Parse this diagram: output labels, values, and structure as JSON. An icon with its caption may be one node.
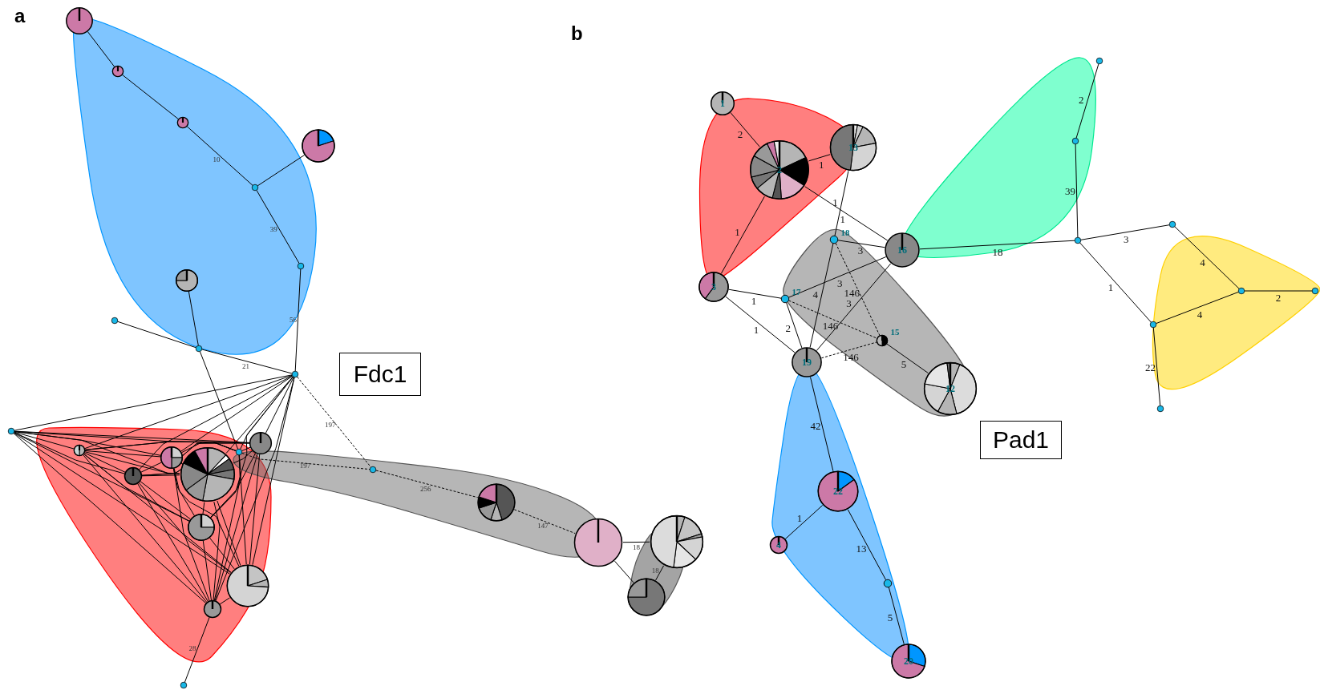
{
  "diagram": {
    "nodes": [
      {
        "text": [],
        "shape": "circle"
      },
      {
        "text": [],
        "shape": "circle"
      },
      {
        "text": [],
        "shape": "circle"
      },
      {
        "text": [],
        "shape": "circle"
      },
      {
        "text": [],
        "shape": "circle"
      },
      {
        "text": [],
        "shape": "circle"
      },
      {
        "text": [],
        "shape": "circle"
      },
      {
        "text": [],
        "shape": "circle"
      },
      {
        "text": [],
        "shape": "circle"
      },
      {
        "text": [],
        "shape": "circle"
      },
      {
        "text": [],
        "shape": "circle"
      },
      {
        "text": [],
        "shape": "circle"
      },
      {
        "text": [],
        "shape": "circle"
      },
      {
        "text": [],
        "shape": "circle"
      },
      {
        "text": [],
        "shape": "circle"
      },
      {
        "text": [],
        "shape": "circle"
      },
      {
        "text": [],
        "shape": "circle"
      },
      {
        "text": [],
        "shape": "circle"
      },
      {
        "text": [],
        "shape": "circle"
      },
      {
        "text": [],
        "shape": "circle"
      },
      {
        "text": [],
        "shape": "circle"
      },
      {
        "text": [],
        "shape": "circle"
      },
      {
        "text": [],
        "shape": "circle"
      },
      {
        "text": [],
        "shape": "circle"
      },
      {
        "text": [],
        "shape": "circle"
      },
      {
        "text": [],
        "shape": "circle"
      },
      {
        "text": [
          "1"
        ]
      },
      {
        "text": [
          "2"
        ]
      },
      {
        "text": [
          "13"
        ]
      },
      {
        "text": [
          "3"
        ]
      },
      {
        "text": [
          "18"
        ]
      },
      {
        "text": [
          "16"
        ]
      },
      {
        "text": [
          "17"
        ]
      },
      {
        "text": [
          "15"
        ]
      },
      {
        "text": [
          "19"
        ]
      },
      {
        "text": [
          "12"
        ]
      },
      {
        "text": [
          "22"
        ]
      },
      {
        "text": [
          "4"
        ]
      },
      {
        "text": [],
        "shape": "circle"
      },
      {
        "text": [
          "20"
        ]
      },
      {
        "text": [],
        "shape": "circle"
      },
      {
        "text": [],
        "shape": "circle"
      },
      {
        "text": [],
        "shape": "circle"
      },
      {
        "text": [],
        "shape": "circle"
      },
      {
        "text": [],
        "shape": "circle"
      },
      {
        "text": [],
        "shape": "circle"
      },
      {
        "text": [],
        "shape": "circle"
      },
      {
        "text": [],
        "shape": "circle"
      },
      {
        "text": [
          "Fdc1"
        ]
      },
      {
        "text": [
          "Pad1"
        ]
      }
    ],
    "edges": [
      {
        "from": 0,
        "to": 1,
        "arrow": "none"
      },
      {
        "from": 1,
        "to": 2,
        "arrow": "none"
      },
      {
        "from": 2,
        "to": 4,
        "arrow": "none",
        "label": "10"
      },
      {
        "from": 3,
        "to": 4,
        "arrow": "none"
      },
      {
        "from": 4,
        "to": 5,
        "arrow": "none",
        "label": "39"
      },
      {
        "from": 5,
        "to": 9,
        "arrow": "none",
        "label": "56"
      },
      {
        "from": 7,
        "to": 8,
        "arrow": "none"
      },
      {
        "from": 8,
        "to": 9,
        "arrow": "none",
        "label": "21"
      },
      {
        "from": 6,
        "to": 8,
        "arrow": "none"
      },
      {
        "from": 8,
        "to": 15,
        "arrow": "none"
      },
      {
        "from": 9,
        "to": 21,
        "arrow": "none",
        "style": "dashed",
        "label": "197"
      },
      {
        "from": 15,
        "to": 21,
        "arrow": "none",
        "style": "dashed",
        "label": "197"
      },
      {
        "from": 21,
        "to": 22,
        "arrow": "none",
        "style": "dashed",
        "label": "256"
      },
      {
        "from": 22,
        "to": 23,
        "arrow": "none",
        "style": "dashed",
        "label": "147"
      },
      {
        "from": 23,
        "to": 24,
        "arrow": "none",
        "label": "18"
      },
      {
        "from": 23,
        "to": 25,
        "arrow": "none"
      },
      {
        "from": 24,
        "to": 25,
        "arrow": "none",
        "label": "18"
      },
      {
        "from": 19,
        "to": 20,
        "arrow": "none",
        "label": "28"
      },
      {
        "from": 9,
        "to": 10,
        "arrow": "none"
      },
      {
        "from": 9,
        "to": 11,
        "arrow": "none"
      },
      {
        "from": 9,
        "to": 12,
        "arrow": "none"
      },
      {
        "from": 9,
        "to": 13,
        "arrow": "none"
      },
      {
        "from": 9,
        "to": 14,
        "arrow": "none"
      },
      {
        "from": 9,
        "to": 15,
        "arrow": "none"
      },
      {
        "from": 9,
        "to": 16,
        "arrow": "none"
      },
      {
        "from": 9,
        "to": 17,
        "arrow": "none"
      },
      {
        "from": 9,
        "to": 18,
        "arrow": "none"
      },
      {
        "from": 9,
        "to": 19,
        "arrow": "none"
      },
      {
        "from": 10,
        "to": 11,
        "arrow": "none"
      },
      {
        "from": 10,
        "to": 12,
        "arrow": "none"
      },
      {
        "from": 10,
        "to": 13,
        "arrow": "none"
      },
      {
        "from": 10,
        "to": 14,
        "arrow": "none"
      },
      {
        "from": 10,
        "to": 15,
        "arrow": "none"
      },
      {
        "from": 10,
        "to": 16,
        "arrow": "none"
      },
      {
        "from": 10,
        "to": 17,
        "arrow": "none"
      },
      {
        "from": 10,
        "to": 18,
        "arrow": "none"
      },
      {
        "from": 10,
        "to": 19,
        "arrow": "none"
      },
      {
        "from": 11,
        "to": 12,
        "arrow": "none"
      },
      {
        "from": 11,
        "to": 13,
        "arrow": "none"
      },
      {
        "from": 11,
        "to": 14,
        "arrow": "none"
      },
      {
        "from": 11,
        "to": 15,
        "arrow": "none"
      },
      {
        "from": 11,
        "to": 16,
        "arrow": "none"
      },
      {
        "from": 11,
        "to": 17,
        "arrow": "none"
      },
      {
        "from": 11,
        "to": 18,
        "arrow": "none"
      },
      {
        "from": 11,
        "to": 19,
        "arrow": "none"
      },
      {
        "from": 12,
        "to": 13,
        "arrow": "none"
      },
      {
        "from": 12,
        "to": 14,
        "arrow": "none"
      },
      {
        "from": 12,
        "to": 15,
        "arrow": "none"
      },
      {
        "from": 12,
        "to": 16,
        "arrow": "none"
      },
      {
        "from": 12,
        "to": 17,
        "arrow": "none"
      },
      {
        "from": 12,
        "to": 18,
        "arrow": "none"
      },
      {
        "from": 12,
        "to": 19,
        "arrow": "none"
      },
      {
        "from": 13,
        "to": 16,
        "arrow": "none"
      },
      {
        "from": 13,
        "to": 17,
        "arrow": "none"
      },
      {
        "from": 13,
        "to": 18,
        "arrow": "none"
      },
      {
        "from": 13,
        "to": 19,
        "arrow": "none"
      },
      {
        "from": 14,
        "to": 16,
        "arrow": "none"
      },
      {
        "from": 14,
        "to": 17,
        "arrow": "none"
      },
      {
        "from": 14,
        "to": 18,
        "arrow": "none"
      },
      {
        "from": 14,
        "to": 19,
        "arrow": "none"
      },
      {
        "from": 15,
        "to": 16,
        "arrow": "none"
      },
      {
        "from": 15,
        "to": 17,
        "arrow": "none"
      },
      {
        "from": 15,
        "to": 18,
        "arrow": "none"
      },
      {
        "from": 15,
        "to": 19,
        "arrow": "none"
      },
      {
        "from": 16,
        "to": 17,
        "arrow": "none"
      },
      {
        "from": 16,
        "to": 18,
        "arrow": "none"
      },
      {
        "from": 16,
        "to": 19,
        "arrow": "none"
      },
      {
        "from": 17,
        "to": 18,
        "arrow": "none"
      },
      {
        "from": 17,
        "to": 19,
        "arrow": "none"
      },
      {
        "from": 18,
        "to": 19,
        "arrow": "none"
      },
      {
        "from": 26,
        "to": 27,
        "arrow": "none",
        "label": "2"
      },
      {
        "from": 27,
        "to": 28,
        "arrow": "none",
        "label": "1"
      },
      {
        "from": 27,
        "to": 29,
        "arrow": "none",
        "label": "1"
      },
      {
        "from": 27,
        "to": 31,
        "arrow": "none",
        "label": "1"
      },
      {
        "from": 28,
        "to": 30,
        "arrow": "none",
        "label": "1"
      },
      {
        "from": 30,
        "to": 31,
        "arrow": "none",
        "label": "3"
      },
      {
        "from": 30,
        "to": 34,
        "arrow": "none",
        "label": "4"
      },
      {
        "from": 30,
        "to": 33,
        "arrow": "none",
        "style": "dashed",
        "label": "146"
      },
      {
        "from": 29,
        "to": 32,
        "arrow": "none",
        "label": "1"
      },
      {
        "from": 29,
        "to": 34,
        "arrow": "none",
        "label": "1"
      },
      {
        "from": 32,
        "to": 31,
        "arrow": "none",
        "label": "3"
      },
      {
        "from": 31,
        "to": 34,
        "arrow": "none",
        "label": "3"
      },
      {
        "from": 32,
        "to": 34,
        "arrow": "none",
        "label": "2"
      },
      {
        "from": 32,
        "to": 33,
        "arrow": "none",
        "style": "dashed",
        "label": "146"
      },
      {
        "from": 34,
        "to": 33,
        "arrow": "none",
        "style": "dashed",
        "label": "146"
      },
      {
        "from": 33,
        "to": 35,
        "arrow": "none",
        "label": "5"
      },
      {
        "from": 34,
        "to": 36,
        "arrow": "none",
        "label": "42"
      },
      {
        "from": 36,
        "to": 37,
        "arrow": "none",
        "label": "1"
      },
      {
        "from": 36,
        "to": 38,
        "arrow": "none",
        "label": "13"
      },
      {
        "from": 38,
        "to": 39,
        "arrow": "none",
        "label": "5"
      },
      {
        "from": 31,
        "to": 42,
        "arrow": "none",
        "label": "18"
      },
      {
        "from": 40,
        "to": 41,
        "arrow": "none",
        "label": "2"
      },
      {
        "from": 41,
        "to": 42,
        "arrow": "none",
        "label": "39"
      },
      {
        "from": 42,
        "to": 43,
        "arrow": "none",
        "label": "3"
      },
      {
        "from": 42,
        "to": 46,
        "arrow": "none",
        "label": "1"
      },
      {
        "from": 43,
        "to": 44,
        "arrow": "none",
        "label": "4"
      },
      {
        "from": 46,
        "to": 44,
        "arrow": "none",
        "label": "4"
      },
      {
        "from": 44,
        "to": 45,
        "arrow": "none",
        "label": "2"
      },
      {
        "from": 46,
        "to": 47,
        "arrow": "none",
        "label": "22"
      }
    ],
    "labels": [
      "a",
      "b"
    ]
  }
}
